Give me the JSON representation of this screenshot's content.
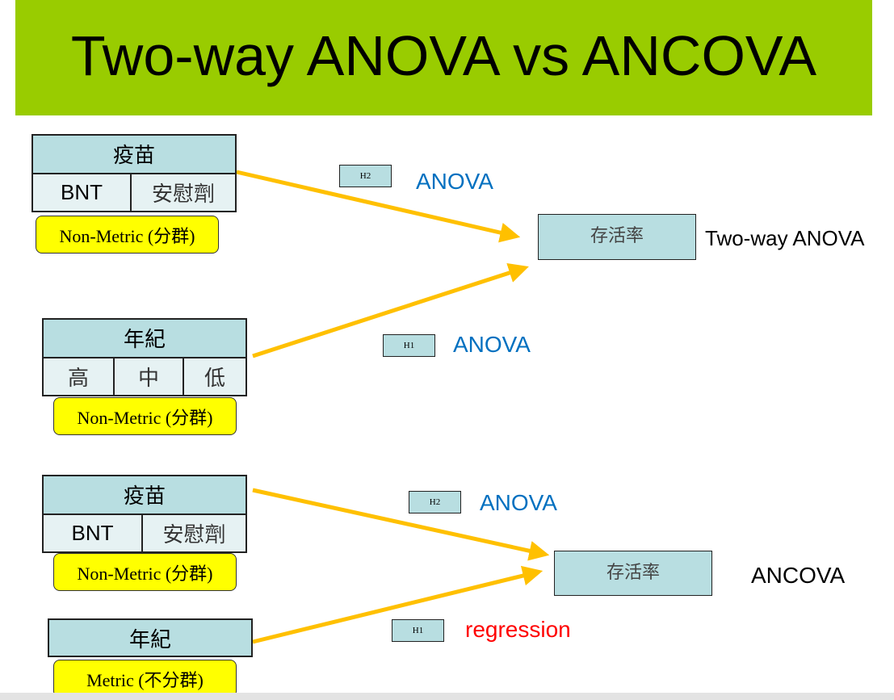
{
  "title": "Two-way ANOVA vs ANCOVA",
  "colors": {
    "title_bg": "#99cc00",
    "arrow": "#ffc000",
    "anova_text": "#0070c0",
    "regression_text": "#ff0000",
    "tag_bg": "#ffff00",
    "box_bg": "#b8dee1"
  },
  "diagram1": {
    "vaccine": {
      "header": "疫苗",
      "levels": [
        "BNT",
        "安慰劑"
      ],
      "tag": "Non-Metric (分群)"
    },
    "age": {
      "header": "年紀",
      "levels": [
        "高",
        "中",
        "低"
      ],
      "tag": "Non-Metric (分群)"
    },
    "h2": {
      "box": "H2",
      "label": "ANOVA"
    },
    "h1": {
      "box": "H1",
      "label": "ANOVA"
    },
    "outcome": "存活率",
    "method": "Two-way ANOVA"
  },
  "diagram2": {
    "vaccine": {
      "header": "疫苗",
      "levels": [
        "BNT",
        "安慰劑"
      ],
      "tag": "Non-Metric (分群)"
    },
    "age": {
      "header": "年紀",
      "tag": "Metric (不分群)"
    },
    "h2": {
      "box": "H2",
      "label": "ANOVA"
    },
    "h1": {
      "box": "H1",
      "label": "regression"
    },
    "outcome": "存活率",
    "method": "ANCOVA"
  }
}
